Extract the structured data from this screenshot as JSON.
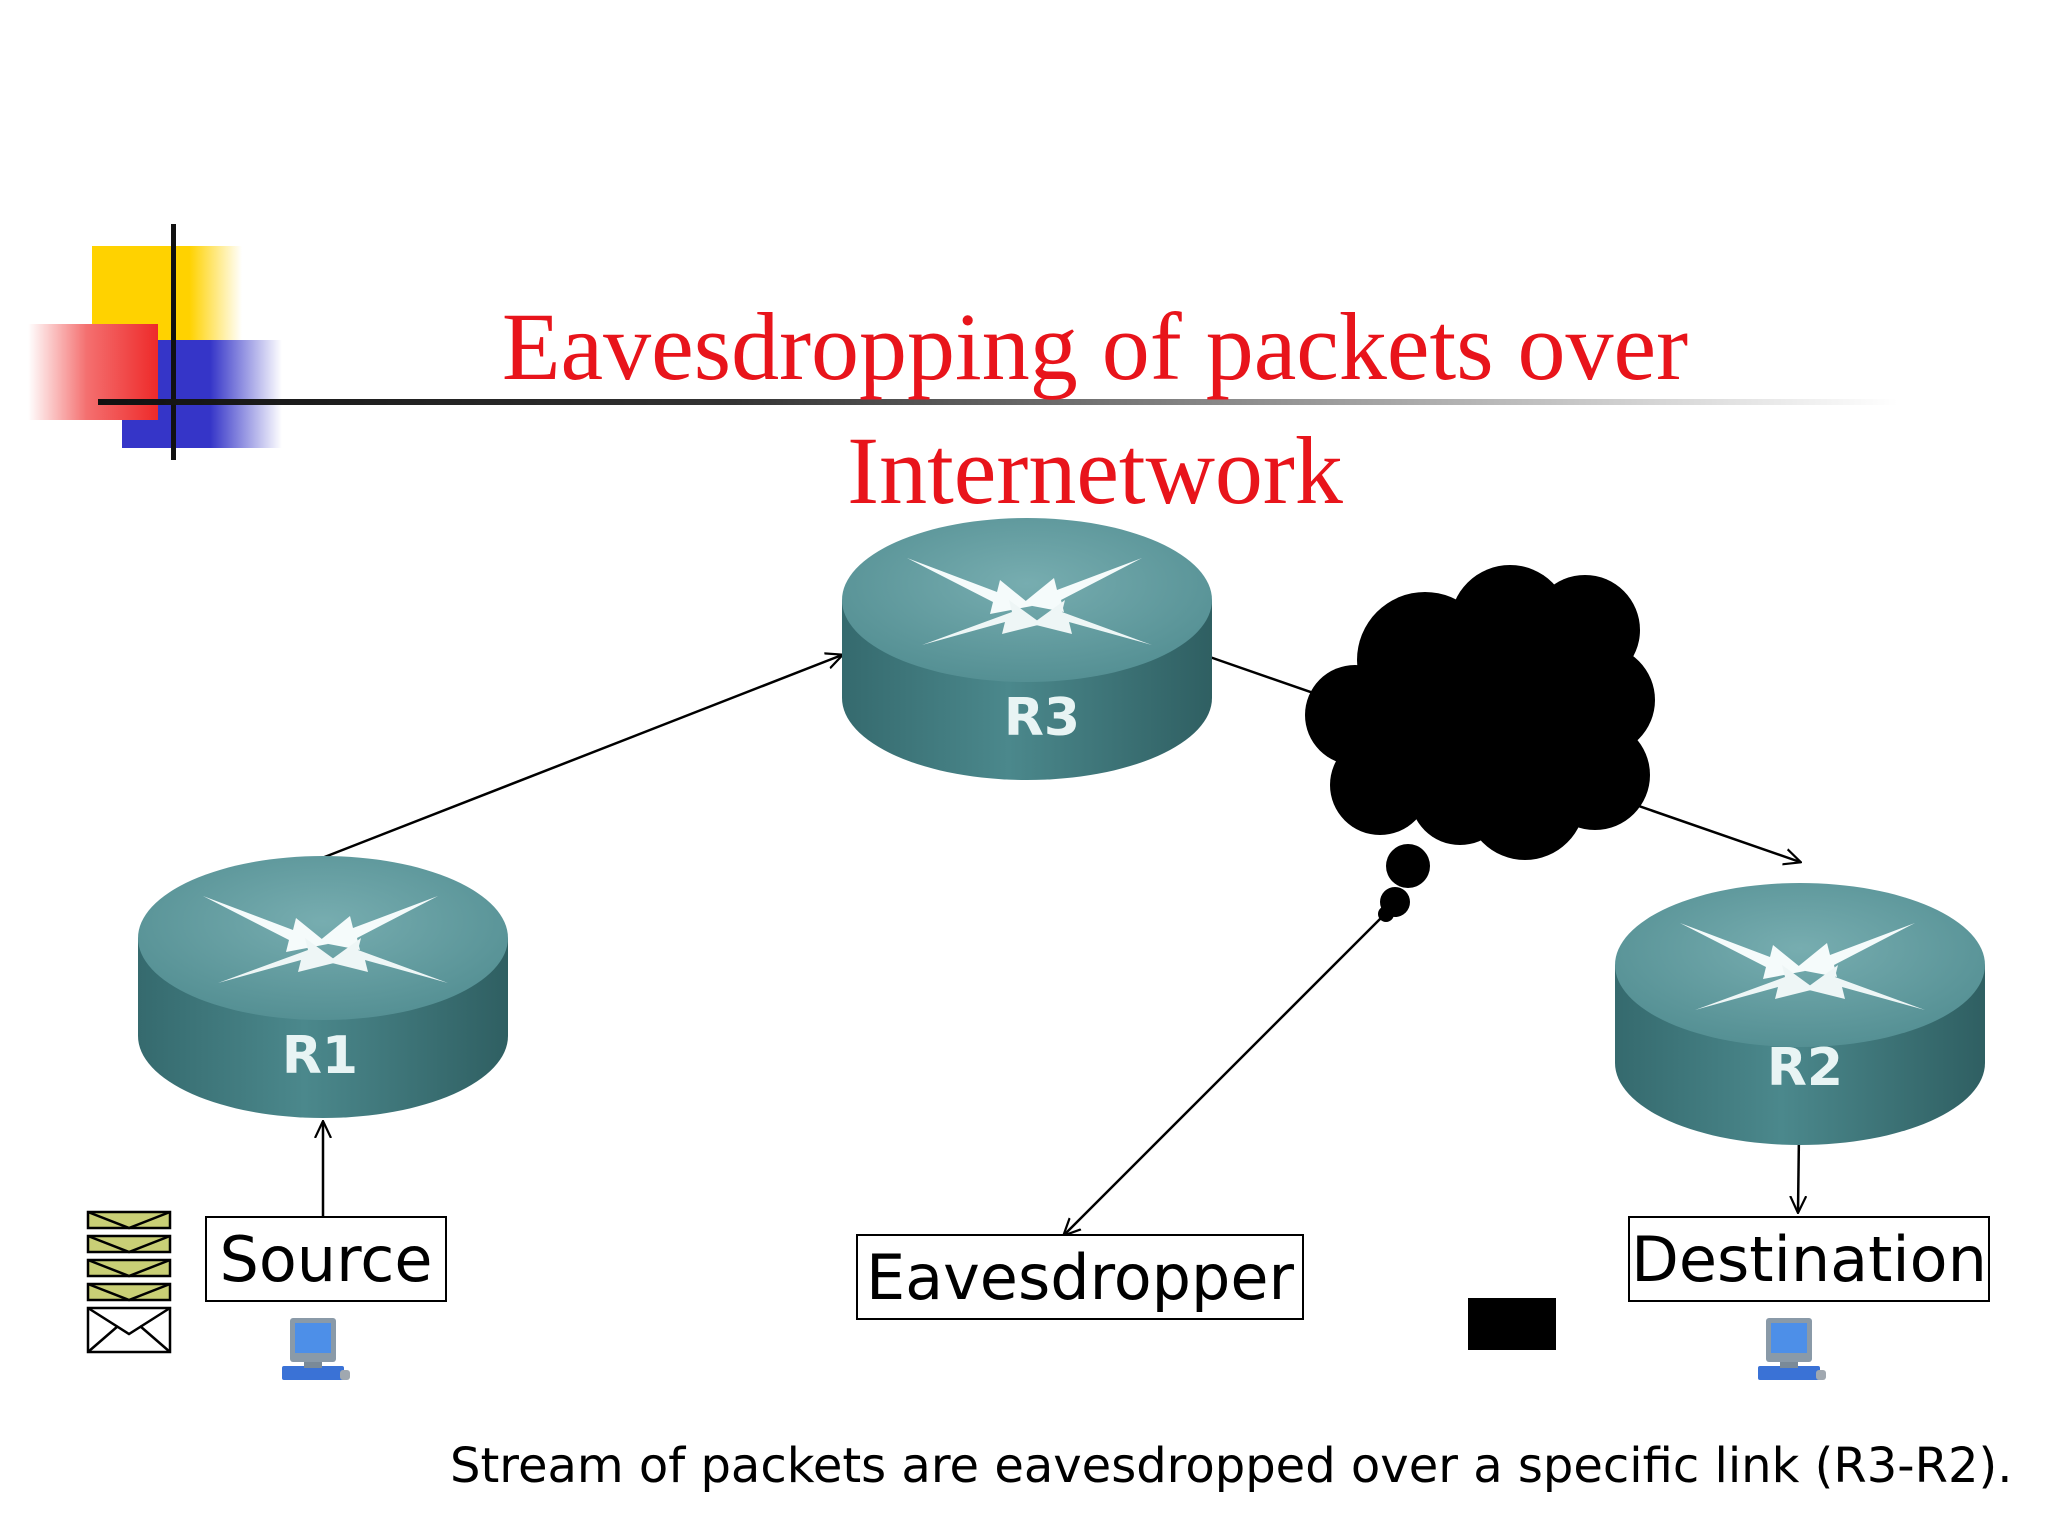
{
  "slide": {
    "title_line1": "Eavesdropping of packets over",
    "title_line2": "Internetwork",
    "caption": "Stream of packets are eavesdropped over a specific link (R3-R2)."
  },
  "routers": {
    "r1": "R1",
    "r2": "R2",
    "r3": "R3"
  },
  "labels": {
    "source": "Source",
    "eavesdropper": "Eavesdropper",
    "destination": "Destination"
  },
  "colors": {
    "title": "#e8141b",
    "router_top": "#5f9a9d",
    "router_side": "#3e7579",
    "deco_yellow": "#ffd200",
    "deco_blue": "#3535c8",
    "deco_red": "#f03c3c",
    "envelope": "#c9cf76"
  }
}
